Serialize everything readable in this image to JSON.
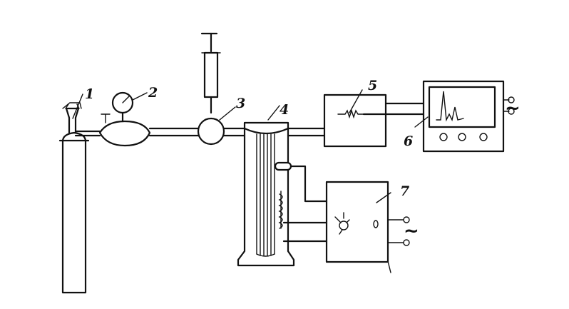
{
  "labels": {
    "l1": "1",
    "l2": "2",
    "l3": "3",
    "l4": "4",
    "l5": "5",
    "l6": "6",
    "l7": "7"
  },
  "symbols": {
    "ac_top": "~",
    "ac_bottom": "~"
  },
  "colors": {
    "ink": "#111111",
    "paper": "#ffffff"
  }
}
